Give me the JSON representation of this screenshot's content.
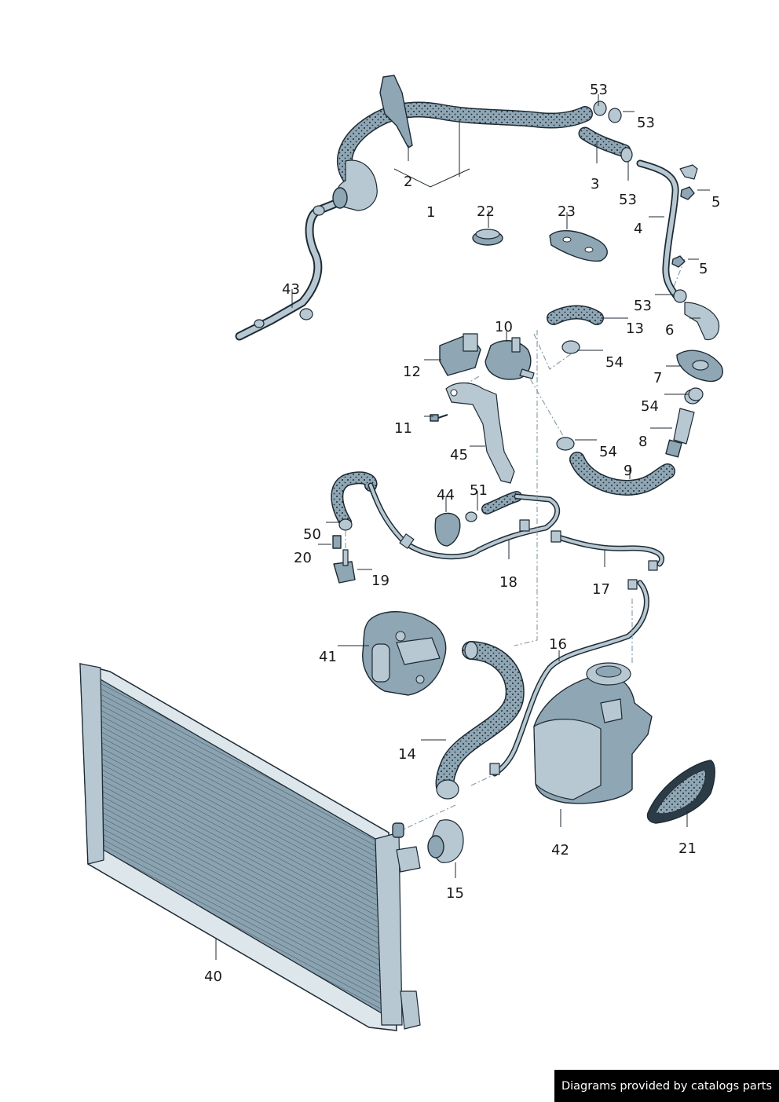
{
  "callouts": {
    "c1": "1",
    "c2": "2",
    "c3": "3",
    "c4": "4",
    "c5a": "5",
    "c5b": "5",
    "c6": "6",
    "c7": "7",
    "c8": "8",
    "c9": "9",
    "c10": "10",
    "c11": "11",
    "c12": "12",
    "c13": "13",
    "c14": "14",
    "c15": "15",
    "c16": "16",
    "c17": "17",
    "c18": "18",
    "c19": "19",
    "c20": "20",
    "c21": "21",
    "c22": "22",
    "c23": "23",
    "c40": "40",
    "c41": "41",
    "c42": "42",
    "c43": "43",
    "c44": "44",
    "c45": "45",
    "c50": "50",
    "c51": "51",
    "c53a": "53",
    "c53b": "53",
    "c53c": "53",
    "c53d": "53",
    "c54a": "54",
    "c54b": "54",
    "c54c": "54"
  },
  "footer": {
    "text": "Diagrams provided by catalogs parts"
  },
  "colors": {
    "part_fill": "#8fa6b4",
    "part_light": "#b7c8d2",
    "outline": "#1d2a33",
    "badge_bg": "#000000",
    "badge_text": "#ffffff"
  }
}
